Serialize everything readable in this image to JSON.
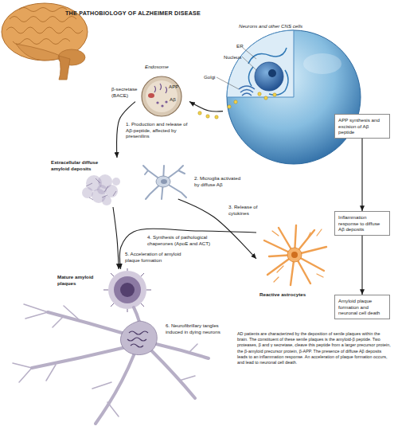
{
  "diagram": {
    "title": "THE PATHOBIOLOGY OF ALZHEIMER DISEASE",
    "caption": "AD patients are characterized by the deposition of senile plaques within the brain. The constituent of these senile plaques is the amyloid-β peptide. Two proteases, β and γ secretase, cleave this peptide from a larger precursor protein, the β-amyloid precursor protein, β-APP. The presence of diffuse Aβ deposits leads to an inflammation response. An acceleration of plaque formation occurs, and lead to neuronal cell death.",
    "nodes": [
      {
        "text": [
          "Neurons and other CNS cells"
        ]
      },
      {
        "text": [
          "Endosome"
        ]
      },
      {
        "text": [
          "APP synthesis and excision of Aβ peptide"
        ]
      },
      {
        "text": [
          "Extracellular diffuse amyloid deposits"
        ]
      },
      {
        "text": [
          "2. Microglia activated by diffuse Aβ"
        ]
      },
      {
        "text": [
          "Inflammation response to diffuse Aβ deposits"
        ]
      },
      {
        "text": [
          "Mature amyloid plaques"
        ]
      },
      {
        "text": [
          "Reactive astrocytes"
        ]
      },
      {
        "text": [
          "Amyloid plaque formation and neuronal cell death"
        ]
      },
      {
        "text": [
          "6. Neurofibrillary tangles induced in dying neurons"
        ]
      }
    ],
    "edges": [
      {
        "from": 0,
        "to": 1,
        "arrow": "to"
      },
      {
        "from": 1,
        "to": 3,
        "arrow": "to",
        "label": "1. Production and release of Aβ-peptide, affected by presenilins"
      },
      {
        "from": 4,
        "to": 7,
        "arrow": "to",
        "label": "3. Release of cytokines"
      },
      {
        "from": 7,
        "to": 6,
        "arrow": "to",
        "label": "4. Synthesis of pathological chaperones (ApoE and ACT)"
      },
      {
        "from": 3,
        "to": 6,
        "arrow": "to",
        "label": "5. Acceleration of amyloid plaque formation"
      },
      {
        "from": 2,
        "to": 5,
        "arrow": "to"
      },
      {
        "from": 5,
        "to": 8,
        "arrow": "to"
      }
    ],
    "labels": [
      "ER",
      "Nucleus",
      "Golgi",
      "β-secretase (BACE)",
      "APP",
      "Aβ"
    ]
  }
}
